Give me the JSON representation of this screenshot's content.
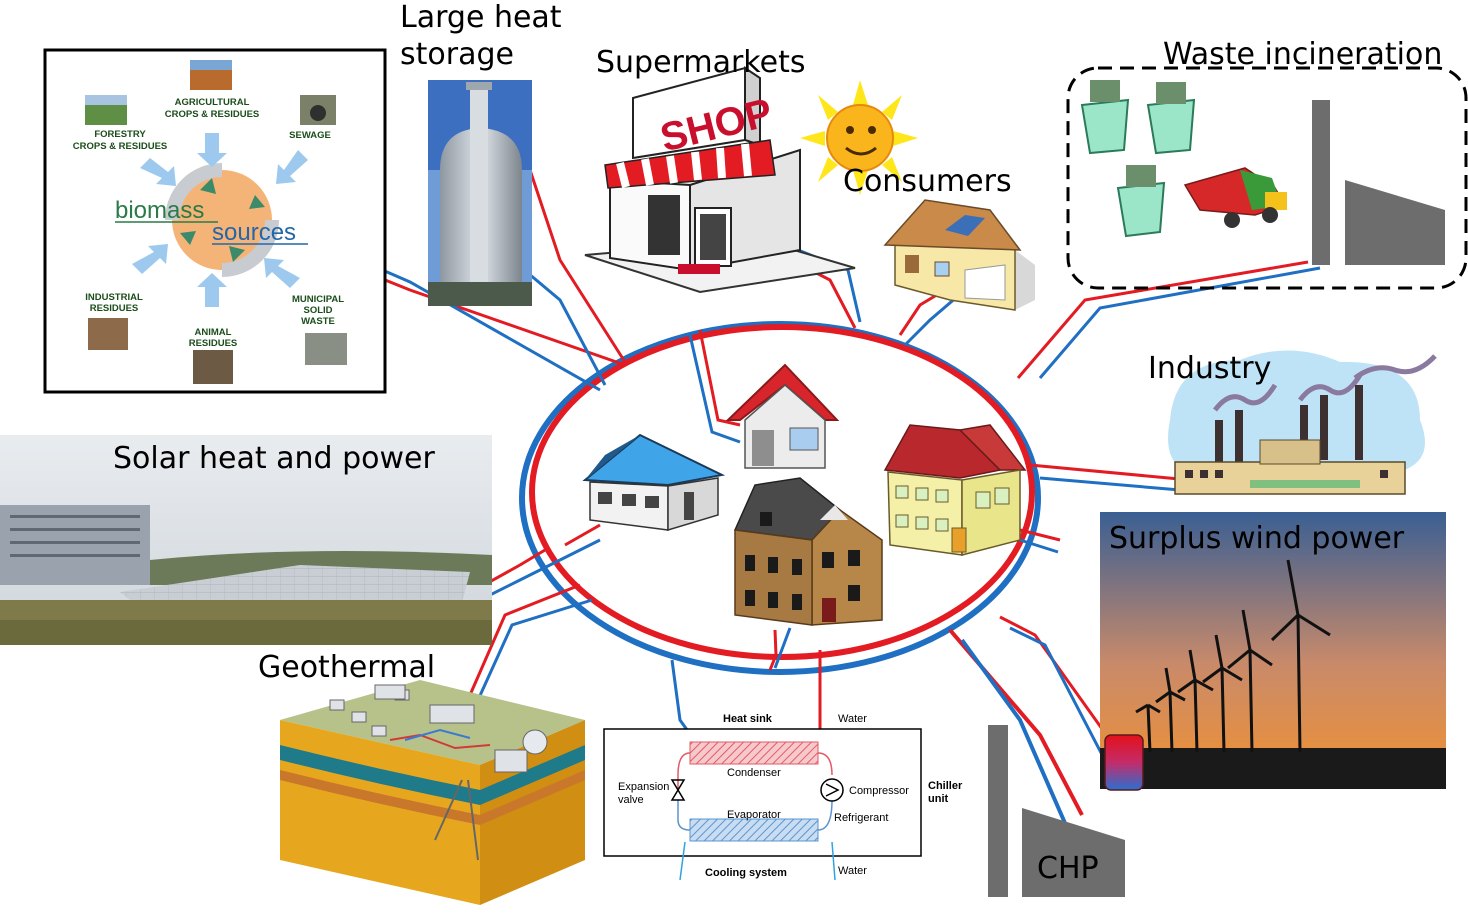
{
  "labels": {
    "large_heat_storage_1": "Large heat",
    "large_heat_storage_2": "storage",
    "supermarkets": "Supermarkets",
    "consumers": "Consumers",
    "waste_incineration": "Waste incineration",
    "industry": "Industry",
    "solar": "Solar heat and power",
    "surplus_wind": "Surplus wind power",
    "geothermal": "Geothermal",
    "chp": "CHP",
    "shop_sign": "SHOP"
  },
  "biomass": {
    "title_1": "biomass",
    "title_2": "sources",
    "agricultural_1": "AGRICULTURAL",
    "agricultural_2": "CROPS & RESIDUES",
    "forestry_1": "FORESTRY",
    "forestry_2": "CROPS & RESIDUES",
    "sewage": "SEWAGE",
    "industrial_1": "INDUSTRIAL",
    "industrial_2": "RESIDUES",
    "animal_1": "ANIMAL",
    "animal_2": "RESIDUES",
    "municipal_1": "MUNICIPAL",
    "municipal_2": "SOLID",
    "municipal_3": "WASTE"
  },
  "chiller": {
    "heat_sink": "Heat sink",
    "water_top": "Water",
    "condenser": "Condenser",
    "expansion_1": "Expansion",
    "expansion_2": "valve",
    "compressor": "Compressor",
    "chiller_1": "Chiller",
    "chiller_2": "unit",
    "evaporator": "Evaporator",
    "refrigerant": "Refrigerant",
    "cooling_system": "Cooling system",
    "water_bottom": "Water"
  },
  "colors": {
    "supply_red": "#e31b23",
    "return_blue": "#1f6fc2",
    "chimney_gray": "#6d6d6d"
  }
}
